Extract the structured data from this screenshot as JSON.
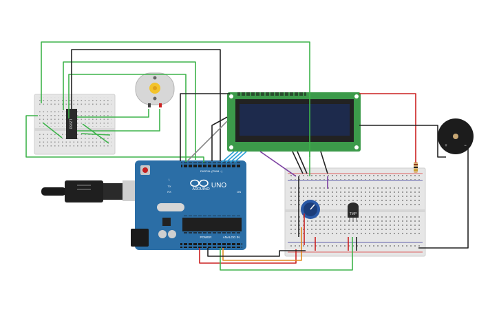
{
  "canvas": {
    "background": "#ffffff"
  },
  "arduino": {
    "logo_text": "UNO",
    "brand": "ARDUINO",
    "digital_label": "DIGITAL (PWM ~)",
    "power_label": "POWER",
    "analog_label": "ANALOG IN",
    "tx_label": "TX",
    "rx_label": "RX",
    "l_label": "L",
    "on_label": "ON",
    "board_color": "#2b6ea6"
  },
  "motor_driver": {
    "label": "L293D"
  },
  "temp_sensor": {
    "label": "TMP"
  },
  "buzzer": {
    "plus": "+",
    "minus": "−"
  },
  "lcd": {
    "screen_color": "#1d2a4c",
    "pcb_color": "#3c9a4a"
  },
  "wire_colors": {
    "green": "#3db34a",
    "black": "#222222",
    "red": "#cc2020",
    "orange": "#e08a1e",
    "purple": "#7b3fa0",
    "blue": "#2a9fd6",
    "gray": "#8a8a8a"
  }
}
